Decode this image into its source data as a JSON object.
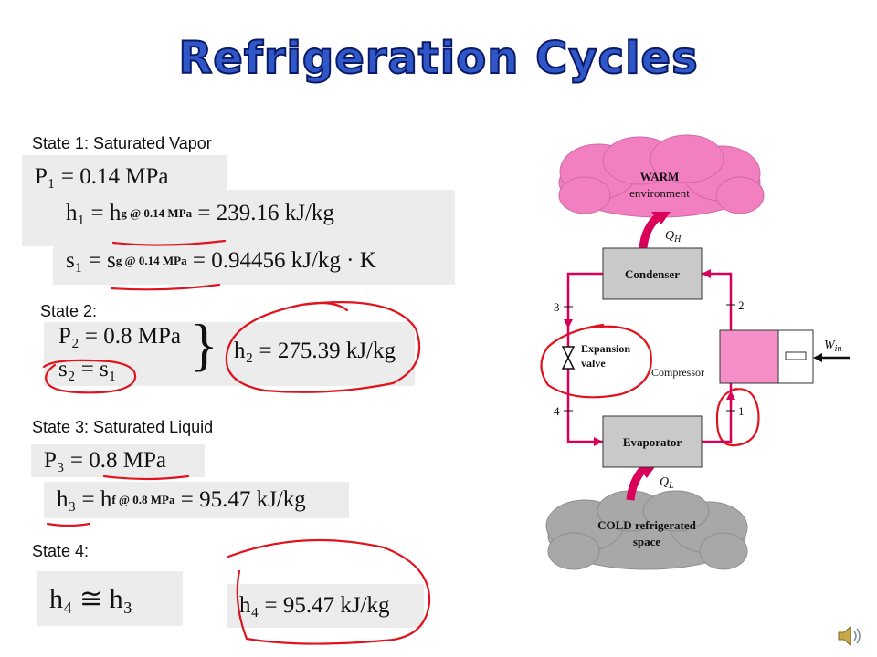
{
  "title": "Refrigeration Cycles",
  "states": [
    {
      "label": "State 1: Saturated Vapor",
      "eq_p": "P₁ = 0.14 MPa",
      "eq_h_lhs": "h₁ = h",
      "eq_h_sub": "g @ 0.14 MPa",
      "eq_h_rhs": "= 239.16 kJ/kg",
      "eq_s_lhs": "s₁ = s",
      "eq_s_sub": "g @ 0.14 MPa",
      "eq_s_rhs": "= 0.94456 kJ/kg · K"
    },
    {
      "label": "State 2:",
      "eq_p": "P₂ = 0.8 MPa",
      "eq_s": "s₂ = s₁",
      "eq_h": "h₂ = 275.39 kJ/kg"
    },
    {
      "label": "State 3: Saturated Liquid",
      "eq_p": "P₃ = 0.8 MPa",
      "eq_h_lhs": "h₃ = h",
      "eq_h_sub": "f @ 0.8 MPa",
      "eq_h_rhs": "= 95.47 kJ/kg"
    },
    {
      "label": "State 4:",
      "eq_approx": "h₄ ≅ h₃",
      "eq_h": "h₄ = 95.47 kJ/kg"
    }
  ],
  "diagram": {
    "warm_line1": "WARM",
    "warm_line2": "environment",
    "cold_line1": "COLD refrigerated",
    "cold_line2": "space",
    "condenser": "Condenser",
    "evaporator": "Evaporator",
    "compressor": "Compressor",
    "expansion_line1": "Expansion",
    "expansion_line2": "valve",
    "qh": "Q",
    "qh_sub": "H",
    "ql": "Q",
    "ql_sub": "L",
    "win": "W",
    "win_sub": "in",
    "n1": "1",
    "n2": "2",
    "n3": "3",
    "n4": "4"
  },
  "colors": {
    "title": "#2f57c8",
    "pipe": "#d9005a",
    "cloud_warm": "#f27fc0",
    "cloud_cold": "#a8a8a8",
    "box": "#c9c9c9",
    "compressor": "#f48fc8",
    "annotation": "#e0141e"
  },
  "icons": {
    "speaker": "speaker-icon"
  }
}
